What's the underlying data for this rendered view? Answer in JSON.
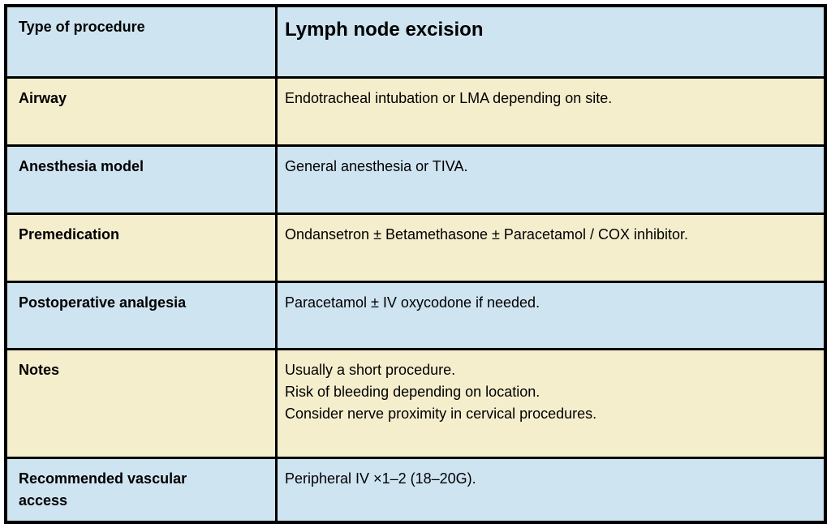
{
  "colors": {
    "row_blue": "#cfe4f1",
    "row_cream": "#f5eecd",
    "border": "#000000",
    "text": "#000000"
  },
  "table": {
    "header": {
      "label": "Type of procedure",
      "value": "Lymph node excision"
    },
    "rows": [
      {
        "label": "Airway",
        "bg": "cream",
        "lines": [
          "Endotracheal intubation or LMA depending on site."
        ]
      },
      {
        "label": "Anesthesia model",
        "bg": "blue",
        "lines": [
          "General anesthesia or TIVA."
        ]
      },
      {
        "label": "Premedication",
        "bg": "cream",
        "lines": [
          "Ondansetron ± Betamethasone ± Paracetamol / COX inhibitor."
        ]
      },
      {
        "label": "Postoperative analgesia",
        "bg": "blue",
        "lines": [
          "Paracetamol ± IV oxycodone if needed."
        ]
      },
      {
        "label": "Notes",
        "bg": "cream",
        "lines": [
          "Usually a short procedure.",
          "Risk of bleeding depending on location.",
          "Consider nerve proximity in cervical procedures."
        ]
      },
      {
        "label": "Recommended vascular access",
        "bg": "blue",
        "lines": [
          "Peripheral IV ×1–2 (18–20G)."
        ]
      }
    ]
  }
}
